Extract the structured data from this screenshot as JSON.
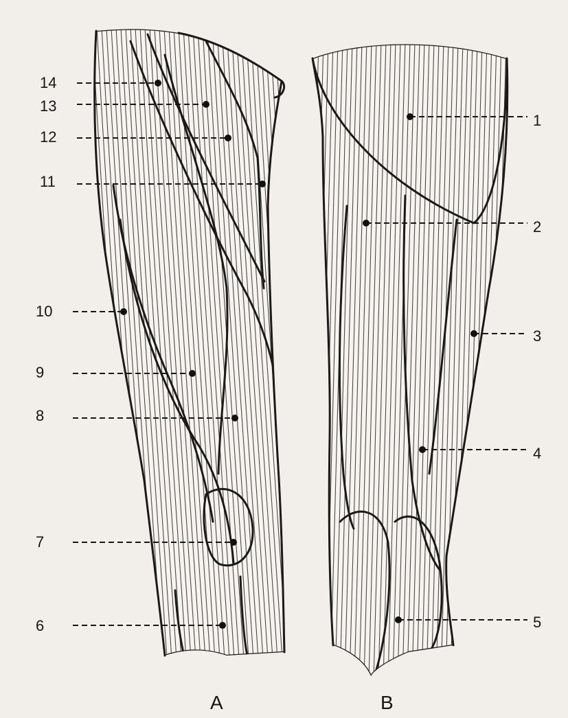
{
  "panels": [
    {
      "id": "A",
      "label": "A"
    },
    {
      "id": "B",
      "label": "B"
    }
  ],
  "labels": {
    "A": [
      "14",
      "13",
      "12",
      "11",
      "10",
      "9",
      "8",
      "7",
      "6"
    ],
    "B": [
      "1",
      "2",
      "3",
      "4",
      "5"
    ]
  }
}
